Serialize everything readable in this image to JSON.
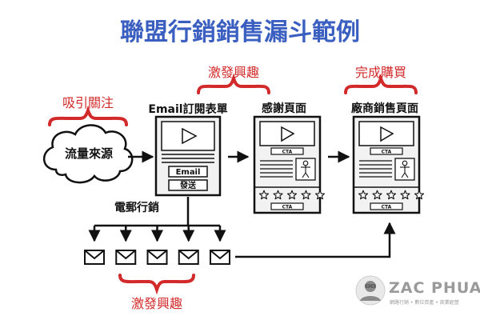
{
  "title": "聯盟行銷銷售漏斗範例",
  "colors": {
    "title": "#3b5fc0",
    "accent": "#d22a2a",
    "stroke": "#111111",
    "page_fill": "#f2f2f2",
    "box_fill": "#ffffff"
  },
  "stages": {
    "traffic_source": {
      "label": "流量來源",
      "brace_label": "吸引關注"
    },
    "email_optin": {
      "label": "Email訂閱表單",
      "input_label": "Email",
      "button_label": "發送"
    },
    "thank_you_page": {
      "label": "感謝頁面",
      "cta": "CTA"
    },
    "vendor_sales_page": {
      "label": "廠商銷售頁面",
      "cta": "CTA"
    }
  },
  "upper_braces": {
    "interest": "激發興趣",
    "purchase": "完成購買"
  },
  "email_marketing": {
    "label": "電郵行銷",
    "email_count": 5,
    "brace_label": "激發興趣"
  },
  "branding": {
    "name": "ZAC PHUA",
    "tagline": "網路行銷 • 數位資產 • 商業經營"
  }
}
